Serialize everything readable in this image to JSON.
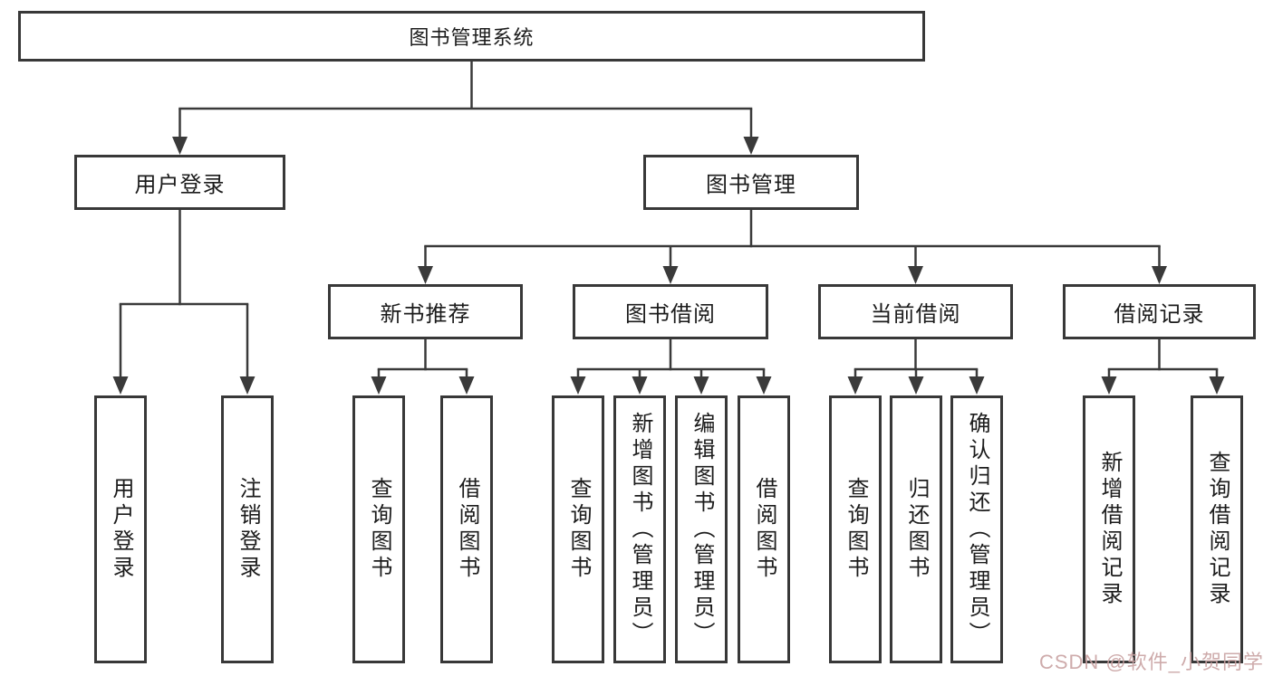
{
  "tree": {
    "label": "图书管理系统",
    "children": [
      {
        "label": "用户登录",
        "children": [
          {
            "label": "用户登录"
          },
          {
            "label": "注销登录"
          }
        ]
      },
      {
        "label": "图书管理",
        "children": [
          {
            "label": "新书推荐",
            "children": [
              {
                "label": "查询图书"
              },
              {
                "label": "借阅图书"
              }
            ]
          },
          {
            "label": "图书借阅",
            "children": [
              {
                "label": "查询图书"
              },
              {
                "label": "新增图书（管理员）"
              },
              {
                "label": "编辑图书（管理员）"
              },
              {
                "label": "借阅图书"
              }
            ]
          },
          {
            "label": "当前借阅",
            "children": [
              {
                "label": "查询图书"
              },
              {
                "label": "归还图书"
              },
              {
                "label": "确认归还（管理员）"
              }
            ]
          },
          {
            "label": "借阅记录",
            "children": [
              {
                "label": "新增借阅记录"
              },
              {
                "label": "查询借阅记录"
              }
            ]
          }
        ]
      }
    ]
  },
  "watermark": {
    "text": "CSDN @软件_小贺同学"
  },
  "colors": {
    "line": "#3a3a3a",
    "text": "#1c1c1c",
    "background": "#ffffff",
    "watermark": "#c9a2a2"
  }
}
